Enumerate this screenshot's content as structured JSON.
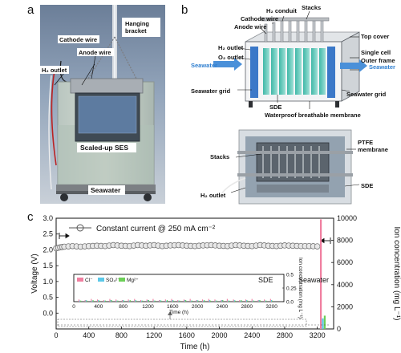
{
  "panels": {
    "a": "a",
    "b": "b",
    "c": "c"
  },
  "photo_a": {
    "hanging_bracket": "Hanging\nbracket",
    "cathode_wire": "Cathode wire",
    "anode_wire": "Anode wire",
    "h2_outlet": "H₂ outlet",
    "scaled_up_ses": "Scaled-up SES",
    "seawater": "Seawater"
  },
  "schematic_b_top": {
    "h2_conduit": "H₂ conduit",
    "stacks": "Stacks",
    "cathode_wire": "Cathode wire",
    "anode_wire": "Anode wire",
    "h2_outlet": "H₂ outlet",
    "o2_outlet": "O₂ outlet",
    "seawater_left": "Seawater",
    "seawater_right": "Seawater",
    "top_cover": "Top cover",
    "single_cell": "Single cell",
    "outer_frame": "Outer frame",
    "seawater_grid_left": "Seawater grid",
    "seawater_grid_right": "Seawater grid",
    "sde": "SDE",
    "membrane": "Waterproof breathable membrane"
  },
  "photo_b_bottom": {
    "stacks": "Stacks",
    "ptfe": "PTFE\nmembrane",
    "h2_outlet": "H₂ outlet",
    "sde": "SDE"
  },
  "chart_data": {
    "type": "line",
    "title": "",
    "legend": "Constant current @ 250 mA cm⁻²",
    "xlabel": "Time (h)",
    "ylabel_left": "Voltage (V)",
    "ylabel_right": "Ion concentration (mg L⁻¹)",
    "xlim": [
      0,
      3400
    ],
    "ylim_left": [
      -0.5,
      3.0
    ],
    "ylim_right": [
      0,
      10000
    ],
    "x_ticks": [
      0,
      400,
      800,
      1200,
      1600,
      2000,
      2400,
      2800,
      3200
    ],
    "y_ticks_left": [
      0.0,
      0.5,
      1.0,
      1.5,
      2.0,
      2.5,
      3.0
    ],
    "y_ticks_right": [
      0,
      2000,
      4000,
      6000,
      8000,
      10000
    ],
    "voltage_series": {
      "x": [
        0,
        50,
        100,
        200,
        300,
        400,
        500,
        600,
        700,
        800,
        900,
        1000,
        1100,
        1200,
        1300,
        1400,
        1500,
        1600,
        1700,
        1800,
        1900,
        2000,
        2100,
        2200,
        2300,
        2400,
        2500,
        2600,
        2700,
        2800,
        2900,
        3000,
        3100,
        3200
      ],
      "y": [
        2.05,
        2.08,
        2.1,
        2.12,
        2.1,
        2.12,
        2.13,
        2.12,
        2.15,
        2.13,
        2.12,
        2.15,
        2.13,
        2.15,
        2.12,
        2.14,
        2.15,
        2.13,
        2.12,
        2.14,
        2.15,
        2.13,
        2.12,
        2.15,
        2.13,
        2.12,
        2.15,
        2.13,
        2.12,
        2.14,
        2.13,
        2.12,
        2.12,
        2.11
      ]
    },
    "seawater_label": "Seawater",
    "seawater_bars": [
      {
        "ion": "Cl⁻",
        "color": "#f07fa0",
        "value": 9900
      },
      {
        "ion": "SO₄²⁻",
        "color": "#5bc8e8",
        "value": 950
      },
      {
        "ion": "Mg²⁺",
        "color": "#6ccf57",
        "value": 1200
      }
    ],
    "inset": {
      "label": "SDE",
      "xlabel": "Time (h)",
      "ylabel": "Ion concentration (mg L⁻¹)",
      "x_ticks": [
        0,
        400,
        800,
        1200,
        1600,
        2000,
        2400,
        2800,
        3200
      ],
      "y_ticks": [
        0.0,
        0.25,
        0.5
      ],
      "ylim": [
        0,
        0.5
      ],
      "legend": [
        {
          "ion": "Cl⁻",
          "color": "#f07fa0"
        },
        {
          "ion": "SO₄²⁻",
          "color": "#5bc8e8"
        },
        {
          "ion": "Mg²⁺",
          "color": "#6ccf57"
        }
      ],
      "times": [
        100,
        200,
        300,
        400,
        500,
        600,
        700,
        800,
        900,
        1000,
        1100,
        1200,
        1300,
        1400,
        1500,
        1600,
        1700,
        1800,
        1900,
        2000,
        2100,
        2200,
        2300,
        2400,
        2500,
        2600,
        2700,
        2800,
        2900,
        3000,
        3100,
        3200
      ],
      "cl": [
        0.04,
        0.03,
        0.05,
        0.04,
        0.03,
        0.05,
        0.04,
        0.03,
        0.04,
        0.05,
        0.03,
        0.04,
        0.05,
        0.03,
        0.04,
        0.05,
        0.03,
        0.04,
        0.05,
        0.03,
        0.04,
        0.05,
        0.04,
        0.03,
        0.05,
        0.04,
        0.03,
        0.04,
        0.05,
        0.03,
        0.04,
        0.05
      ],
      "so4": [
        0.02,
        0.03,
        0.02,
        0.03,
        0.02,
        0.03,
        0.02,
        0.03,
        0.02,
        0.03,
        0.02,
        0.03,
        0.02,
        0.03,
        0.02,
        0.03,
        0.02,
        0.03,
        0.02,
        0.03,
        0.02,
        0.03,
        0.02,
        0.03,
        0.02,
        0.03,
        0.02,
        0.03,
        0.02,
        0.03,
        0.02,
        0.03
      ],
      "mg": [
        0.02,
        0.02,
        0.03,
        0.02,
        0.02,
        0.03,
        0.02,
        0.02,
        0.03,
        0.02,
        0.02,
        0.03,
        0.02,
        0.02,
        0.03,
        0.02,
        0.02,
        0.03,
        0.02,
        0.02,
        0.03,
        0.02,
        0.02,
        0.03,
        0.02,
        0.02,
        0.03,
        0.02,
        0.02,
        0.03,
        0.02,
        0.02
      ]
    }
  }
}
